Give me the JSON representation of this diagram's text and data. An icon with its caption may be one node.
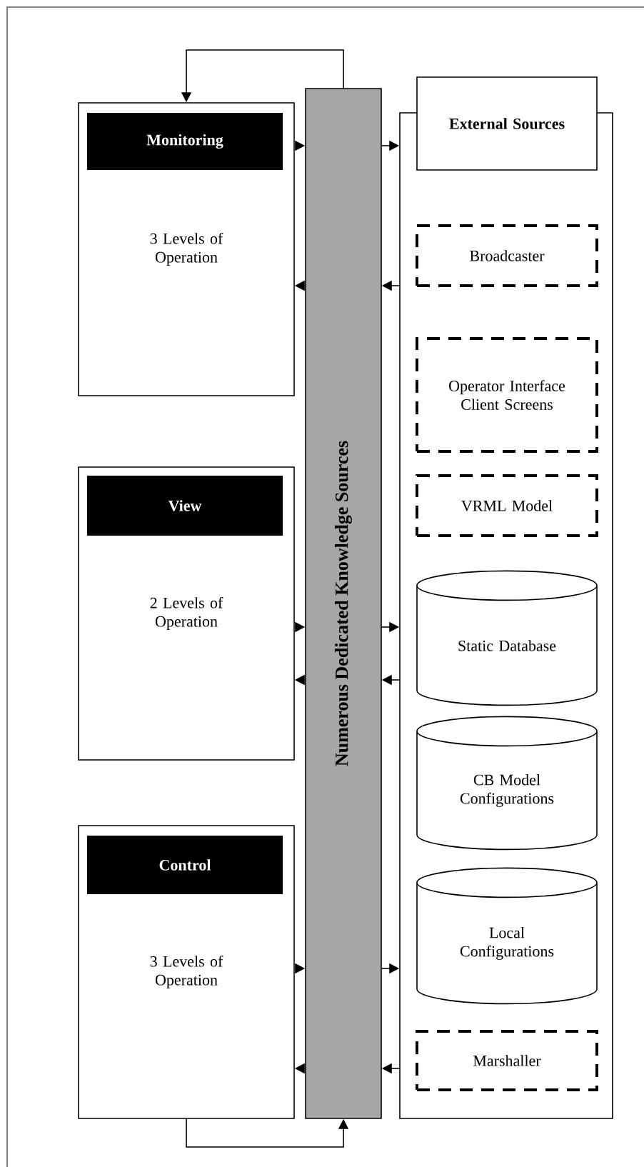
{
  "diagram": {
    "nodes": [
      {
        "text": [
          "3 Levels of Operation"
        ]
      },
      {
        "text": [
          "Monitoring"
        ],
        "in": 0
      },
      {
        "text": [
          "2 Levels of Operation"
        ]
      },
      {
        "text": [
          "View"
        ],
        "in": 2
      },
      {
        "text": [
          "3 Levels of Operation"
        ]
      },
      {
        "text": [
          "Control"
        ],
        "in": 4
      },
      {
        "text": [
          "Numerous Dedicated Knowledge Sources"
        ]
      },
      {
        "text": [],
        "shape": "box"
      },
      {
        "text": [
          "External Sources"
        ]
      },
      {
        "text": [
          "Broadcaster"
        ],
        "in": 7
      },
      {
        "text": [
          "Operator Interface Client Screens"
        ],
        "in": 7
      },
      {
        "text": [
          "VRML Model"
        ],
        "in": 7
      },
      {
        "text": [
          "Static Database"
        ],
        "in": 7
      },
      {
        "text": [
          "CB Model Configurations"
        ],
        "in": 7
      },
      {
        "text": [
          "Local Configurations"
        ],
        "in": 7
      },
      {
        "text": [
          "Marshaller"
        ],
        "in": 7
      }
    ],
    "edges": [
      {
        "from": 6,
        "to": 0,
        "arrow": "to"
      },
      {
        "from": 0,
        "to": 6,
        "arrow": "to"
      },
      {
        "from": 6,
        "to": 7,
        "arrow": "to"
      },
      {
        "from": 7,
        "to": 6,
        "arrow": "to"
      },
      {
        "from": 6,
        "to": 0,
        "arrow": "to"
      },
      {
        "from": 2,
        "to": 6,
        "arrow": "to"
      },
      {
        "from": 6,
        "to": 7,
        "arrow": "to"
      },
      {
        "from": 7,
        "to": 6,
        "arrow": "to"
      },
      {
        "from": 6,
        "to": 2,
        "arrow": "to"
      },
      {
        "from": 4,
        "to": 6,
        "arrow": "to"
      },
      {
        "from": 6,
        "to": 7,
        "arrow": "to"
      },
      {
        "from": 7,
        "to": 6,
        "arrow": "to"
      },
      {
        "from": 6,
        "to": 4,
        "arrow": "to"
      },
      {
        "from": 4,
        "to": 6,
        "arrow": "to"
      }
    ]
  }
}
